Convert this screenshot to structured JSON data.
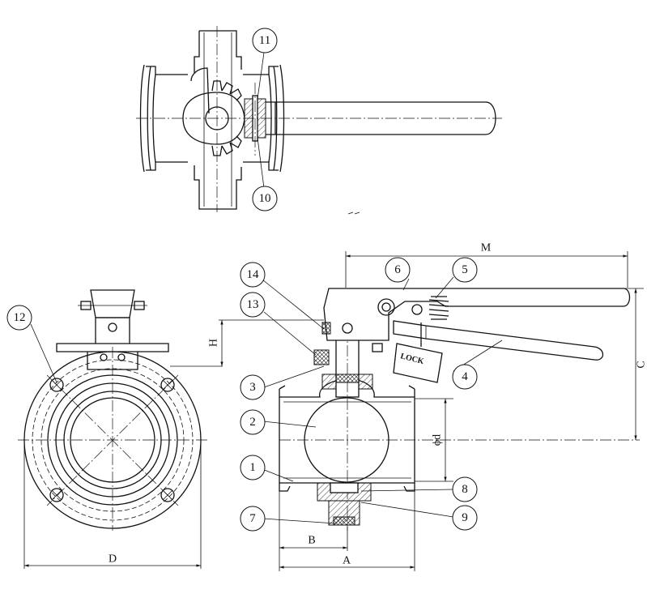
{
  "parts": {
    "p1": "1",
    "p2": "2",
    "p3": "3",
    "p4": "4",
    "p5": "5",
    "p6": "6",
    "p7": "7",
    "p8": "8",
    "p9": "9",
    "p10": "10",
    "p11": "11",
    "p12": "12",
    "p13": "13",
    "p14": "14"
  },
  "dimensions": {
    "M": "M",
    "C": "C",
    "H": "H",
    "D": "D",
    "A": "A",
    "B": "B",
    "d": "ϕd"
  },
  "tag_text": "LOCK"
}
